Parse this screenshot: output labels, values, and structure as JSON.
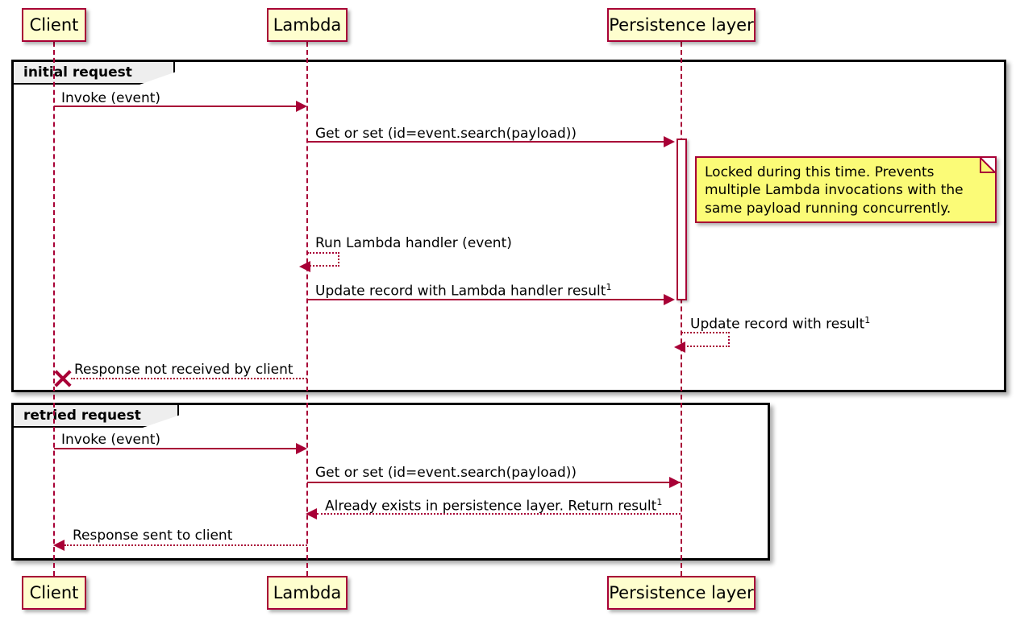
{
  "diagram": {
    "type": "sequence-diagram",
    "title": "",
    "colors": {
      "participant_fill": "#FEFECE",
      "participant_border": "#A80036",
      "arrow": "#A80036",
      "note_fill": "#FBFB77",
      "note_border": "#A80036",
      "group_border": "#000000",
      "group_label_fill": "#EEEEEE",
      "text": "#000000",
      "background": "#FFFFFF"
    }
  },
  "participants": [
    {
      "id": "client",
      "label": "Client"
    },
    {
      "id": "lambda",
      "label": "Lambda"
    },
    {
      "id": "persistence",
      "label": "Persistence layer"
    }
  ],
  "participants_bottom": [
    {
      "id": "client",
      "label": "Client"
    },
    {
      "id": "lambda",
      "label": "Lambda"
    },
    {
      "id": "persistence",
      "label": "Persistence layer"
    }
  ],
  "groups": [
    {
      "id": "initial",
      "label": "initial request"
    },
    {
      "id": "retried",
      "label": "retried request"
    }
  ],
  "messages": [
    {
      "id": "m1",
      "from": "client",
      "to": "lambda",
      "label": "Invoke (event)",
      "style": "solid",
      "direction": "right",
      "group": "initial"
    },
    {
      "id": "m2",
      "from": "lambda",
      "to": "persistence",
      "label": "Get or set (id=event.search(payload))",
      "style": "solid",
      "direction": "right",
      "group": "initial"
    },
    {
      "id": "m3",
      "from": "lambda",
      "to": "lambda",
      "label": "Run Lambda handler (event)",
      "style": "dotted",
      "direction": "self",
      "group": "initial"
    },
    {
      "id": "m4",
      "from": "lambda",
      "to": "persistence",
      "label": "Update record with Lambda handler result",
      "superscript": "1",
      "style": "solid",
      "direction": "right",
      "group": "initial"
    },
    {
      "id": "m5",
      "from": "persistence",
      "to": "persistence",
      "label": "Update record with result",
      "superscript": "1",
      "style": "dotted",
      "direction": "self",
      "group": "initial"
    },
    {
      "id": "m6",
      "from": "lambda",
      "to": "client",
      "label": "Response not received by client",
      "style": "dotted",
      "direction": "left",
      "lost": true,
      "group": "initial"
    },
    {
      "id": "m7",
      "from": "client",
      "to": "lambda",
      "label": "Invoke (event)",
      "style": "solid",
      "direction": "right",
      "group": "retried"
    },
    {
      "id": "m8",
      "from": "lambda",
      "to": "persistence",
      "label": "Get or set (id=event.search(payload))",
      "style": "solid",
      "direction": "right",
      "group": "retried"
    },
    {
      "id": "m9",
      "from": "persistence",
      "to": "lambda",
      "label": "Already exists in persistence layer. Return result",
      "superscript": "1",
      "style": "dotted",
      "direction": "left",
      "group": "retried"
    },
    {
      "id": "m10",
      "from": "lambda",
      "to": "client",
      "label": "Response sent to client",
      "style": "dotted",
      "direction": "left",
      "group": "retried"
    }
  ],
  "notes": [
    {
      "id": "note1",
      "attached_to": "persistence",
      "lines": [
        "Locked during this time. Prevents",
        "multiple Lambda invocations with the",
        "same payload running concurrently."
      ]
    }
  ],
  "activations": [
    {
      "id": "act1",
      "participant": "persistence",
      "group": "initial"
    }
  ]
}
